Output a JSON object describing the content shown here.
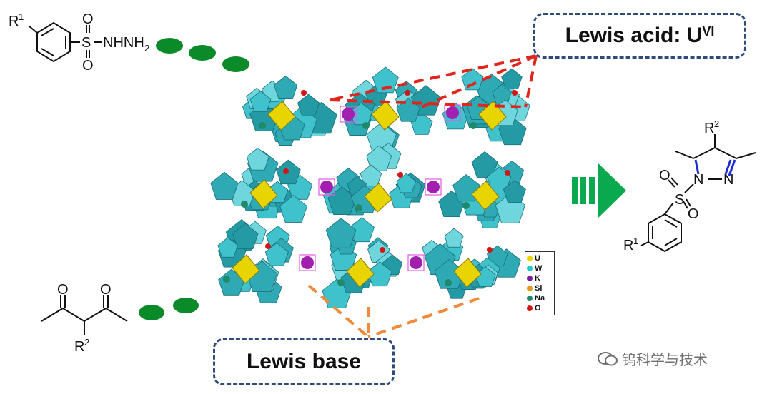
{
  "reactant_1": {
    "substituent": "R",
    "substituent_sup": "1",
    "sulfur": "S",
    "oxygen_top": "O",
    "oxygen_bottom": "O",
    "hydrazide": "NHNH",
    "hydrazide_sub": "2"
  },
  "reactant_2": {
    "oxygen_left": "O",
    "oxygen_right": "O",
    "substituent": "R",
    "substituent_sup": "2"
  },
  "product": {
    "substituent_top": "R",
    "substituent_top_sup": "2",
    "n1": "N",
    "n2": "N",
    "sulfur": "S",
    "oxygen_left": "O",
    "oxygen_right": "O",
    "substituent_bottom": "R",
    "substituent_bottom_sup": "1"
  },
  "callouts": {
    "acid_text": "Lewis acid: U",
    "acid_sup": "VI",
    "base_text": "Lewis base"
  },
  "legend": [
    {
      "label": "U",
      "color": "#e8d400"
    },
    {
      "label": "W",
      "color": "#23c8d2"
    },
    {
      "label": "K",
      "color": "#7a1fa2"
    },
    {
      "label": "Si",
      "color": "#e39a1a"
    },
    {
      "label": "Na",
      "color": "#1f8a6a"
    },
    {
      "label": "O",
      "color": "#d41515"
    }
  ],
  "watermark": "钨科学与技术",
  "colors": {
    "dots": "#0b8a2a",
    "arrow": "#0aa84f",
    "acid_lines": "#e0261c",
    "base_lines": "#f08a3c",
    "callout_border": "#2f4b7c",
    "polyhedron_w": "#3fc2cc",
    "polyhedron_u": "#e8d400",
    "k_cluster": "#a21fb0",
    "pyrazole_n_bonds": "#1d2bd8"
  }
}
